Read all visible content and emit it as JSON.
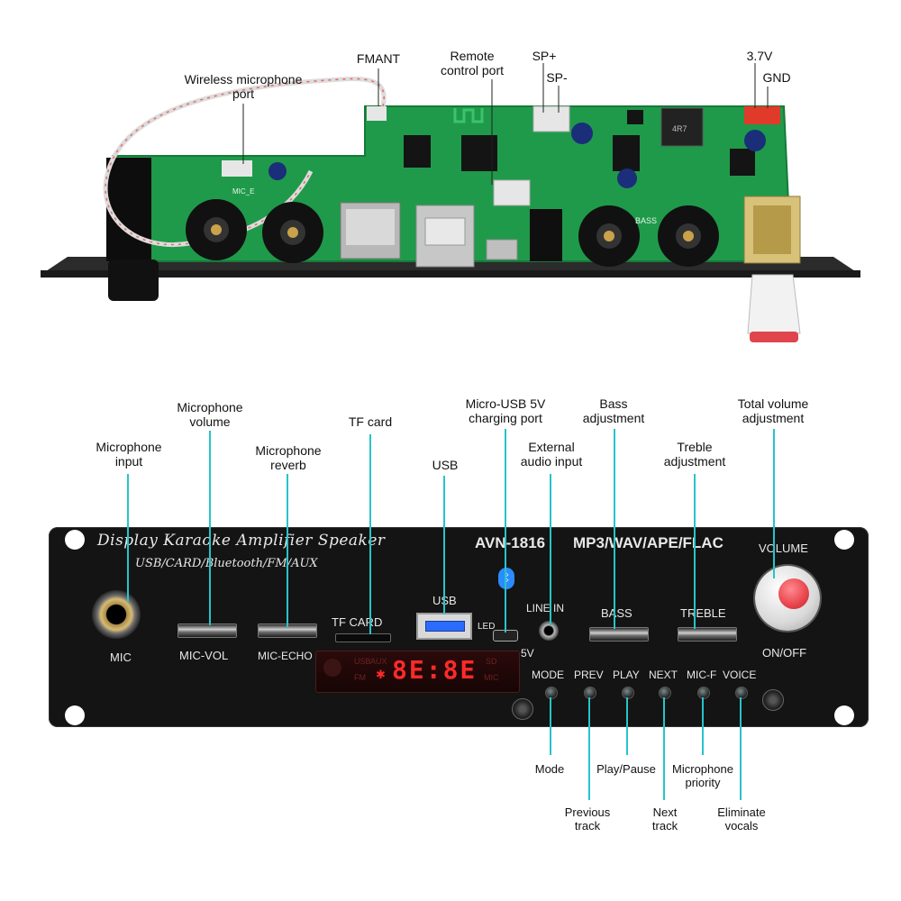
{
  "pcb_labels": {
    "fmant": "FMANT",
    "remote_port": [
      "Remote",
      "control port"
    ],
    "sp_plus": "SP+",
    "sp_minus": "SP-",
    "v37": "3.7V",
    "gnd": "GND",
    "wireless_mic": [
      "Wireless microphone",
      "port"
    ],
    "pcb_bass": "BASS",
    "chip_mark": "4R7",
    "mic_silk": "MIC_E"
  },
  "callouts_top": {
    "mic_input": [
      "Microphone",
      "input"
    ],
    "mic_volume": [
      "Microphone",
      "volume"
    ],
    "mic_reverb": [
      "Microphone",
      "reverb"
    ],
    "tf_card": "TF card",
    "usb": "USB",
    "micro_usb": [
      "Micro-USB 5V",
      "charging port"
    ],
    "external_audio": [
      "External",
      "audio input"
    ],
    "bass_adj": [
      "Bass",
      "adjustment"
    ],
    "treble_adj": [
      "Treble",
      "adjustment"
    ],
    "total_volume": [
      "Total volume",
      "adjustment"
    ]
  },
  "panel": {
    "title": "Display Karaoke Amplifier Speaker",
    "model": "AVN-1816",
    "formats": "MP3/WAV/APE/FLAC",
    "sources": "USB/CARD/Bluetooth/FM/AUX",
    "volume_label": "VOLUME",
    "onoff_label": "ON/OFF",
    "mic": "MIC",
    "mic_vol": "MIC-VOL",
    "mic_echo": "MIC-ECHO",
    "tf_card": "TF CARD",
    "usb": "USB",
    "led": "LED",
    "line_in": "LINE IN",
    "five_v": "5V",
    "bass": "BASS",
    "treble": "TREBLE",
    "display_digits": "8E:8E",
    "disp_usb": "USB",
    "disp_aux": "AUX",
    "disp_fm": "FM",
    "disp_sd": "SD",
    "disp_mic": "MIC",
    "buttons": [
      "MODE",
      "PREV",
      "PLAY",
      "NEXT",
      "MIC-F",
      "VOICE"
    ]
  },
  "callouts_bottom": {
    "mode": "Mode",
    "previous": [
      "Previous",
      "track"
    ],
    "play_pause": "Play/Pause",
    "next": [
      "Next",
      "track"
    ],
    "mic_priority": [
      "Microphone",
      "priority"
    ],
    "eliminate": [
      "Eliminate",
      "vocals"
    ]
  },
  "colors": {
    "accent_line": "#27c4c9",
    "pcb_green": "#1f9a4a",
    "panel_black": "#141414",
    "display_red": "#ff2a2a",
    "knob_red": "#e8444c"
  }
}
